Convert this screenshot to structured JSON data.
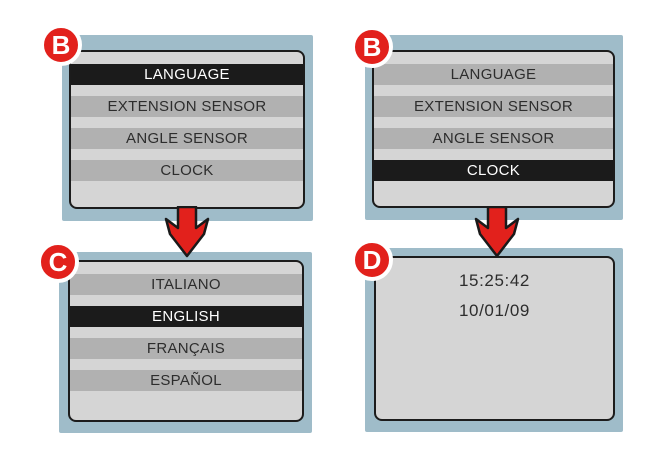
{
  "colors": {
    "panel_blue": "#9fbcc9",
    "screen_bg": "#d5d5d5",
    "screen_border": "#1c1c1c",
    "row_gray": "#b1b1b1",
    "row_selected_bg": "#1b1b1b",
    "row_selected_text": "#ffffff",
    "text_dark": "#2d2d2d",
    "badge_red": "#e2211c",
    "arrow_red": "#e2211c"
  },
  "panels": {
    "top_left": {
      "badge": "B",
      "items": [
        {
          "label": "LANGUAGE",
          "selected": true
        },
        {
          "label": "EXTENSION SENSOR",
          "selected": false
        },
        {
          "label": "ANGLE SENSOR",
          "selected": false
        },
        {
          "label": "CLOCK",
          "selected": false
        }
      ]
    },
    "top_right": {
      "badge": "B",
      "items": [
        {
          "label": "LANGUAGE",
          "selected": false
        },
        {
          "label": "EXTENSION SENSOR",
          "selected": false
        },
        {
          "label": "ANGLE SENSOR",
          "selected": false
        },
        {
          "label": "CLOCK",
          "selected": true
        }
      ]
    },
    "bottom_left": {
      "badge": "C",
      "items": [
        {
          "label": "ITALIANO",
          "selected": false
        },
        {
          "label": "ENGLISH",
          "selected": true
        },
        {
          "label": "FRANÇAIS",
          "selected": false
        },
        {
          "label": "ESPAÑOL",
          "selected": false
        }
      ]
    },
    "bottom_right": {
      "badge": "D",
      "lines": [
        "15:25:42",
        "10/01/09"
      ]
    }
  },
  "arrows": [
    {
      "name": "down-block-arrow",
      "from": "top_left",
      "to": "bottom_left"
    },
    {
      "name": "down-block-arrow",
      "from": "top_right",
      "to": "bottom_right"
    }
  ]
}
